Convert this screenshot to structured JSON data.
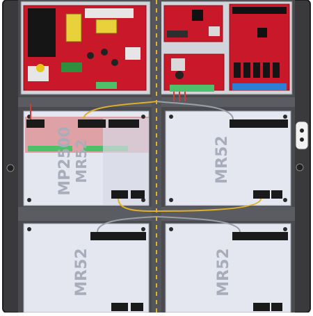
{
  "enclosure": {
    "colors": {
      "cabinet": "#3a3a3c",
      "cabinet_edge": "#1e1e20",
      "backplate": "#c9ccd3",
      "panel": "#e4e6f0",
      "panel_edge": "#9ea2b0",
      "board_red": "#c8182a",
      "board_dark": "#8e0f1c",
      "terminal_green": "#4fc06a",
      "terminal_blue": "#2d7fd6",
      "terminal_black": "#1a1a1a",
      "wire_yellow": "#e0b12a",
      "wire_gray": "#9aa0a8",
      "wire_red": "#d83a3a",
      "watermark": "#a9adbb"
    },
    "top_left_board": {
      "label": "power-supply-board"
    },
    "top_mid_boards": [
      {
        "label": "network-controller-board"
      },
      {
        "label": "interface-board"
      }
    ],
    "top_right_board": {
      "label": "relay-output-board"
    },
    "modules": [
      {
        "id": "m1",
        "text": "MP2500",
        "subtext": "MR52"
      },
      {
        "id": "m2",
        "text": "MR52"
      },
      {
        "id": "m3",
        "text": "MR52"
      },
      {
        "id": "m4",
        "text": "MR52"
      }
    ]
  }
}
